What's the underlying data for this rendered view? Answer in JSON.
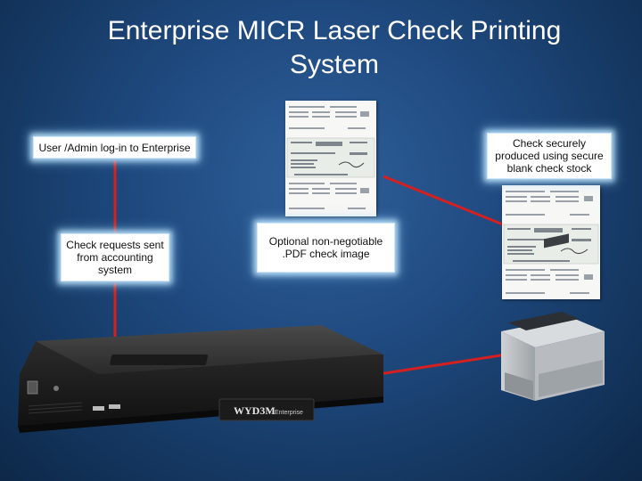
{
  "title_line1": "Enterprise MICR Laser Check Printing",
  "title_line2": "System",
  "callouts": {
    "login": "User /Admin log-in to Enterprise",
    "requests": "Check requests sent from accounting system",
    "optional": "Optional non-negotiable .PDF check image",
    "secure": "Check securely produced using secure blank check stock"
  },
  "device_brand": "WYD3M",
  "device_model": "Enterprise",
  "colors": {
    "connector": "#d42020",
    "callout_glow": "#bfe4ff",
    "background": "#1f4a80"
  }
}
